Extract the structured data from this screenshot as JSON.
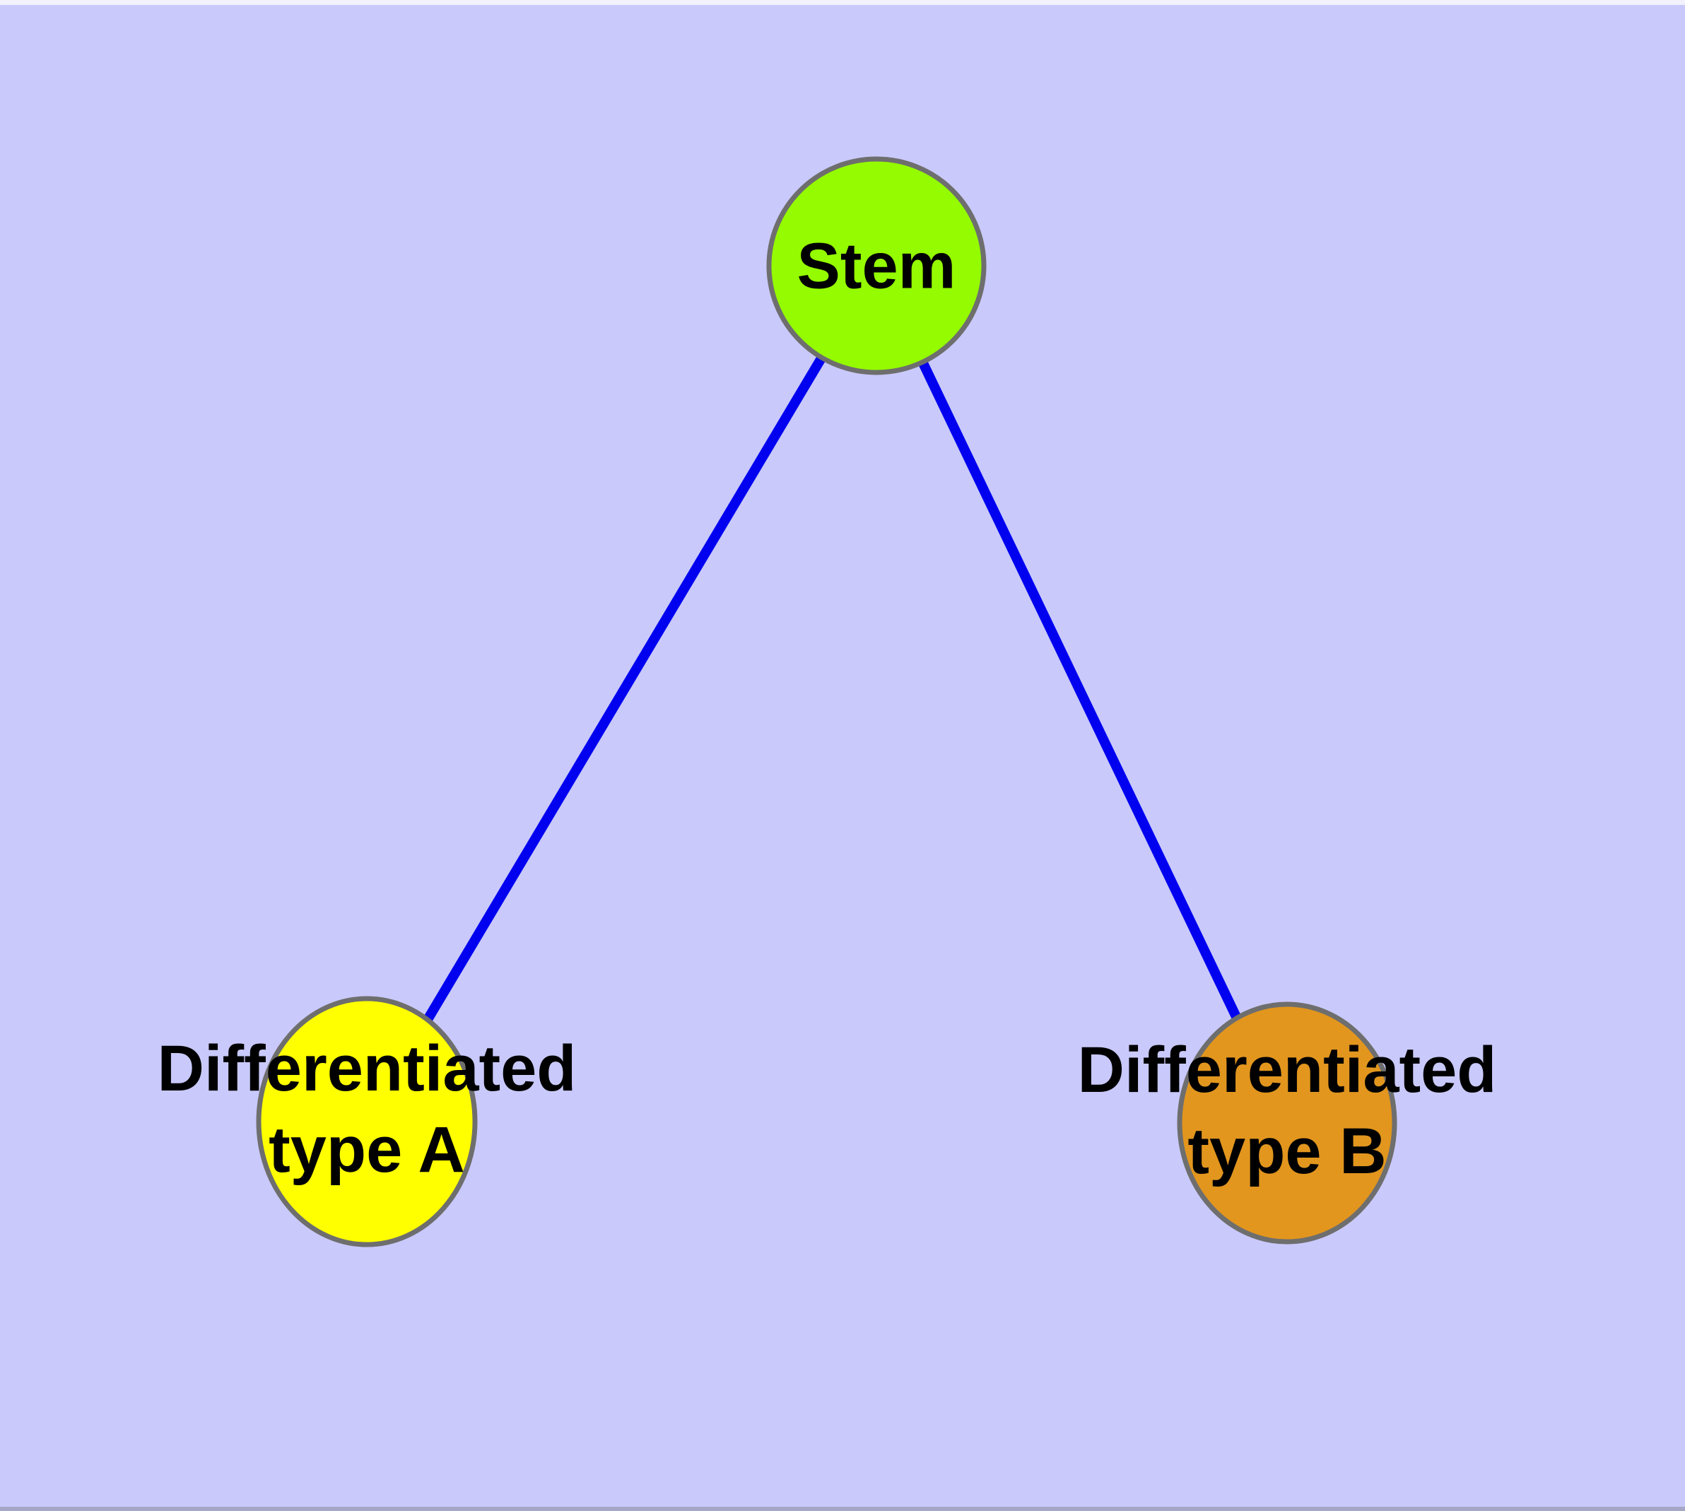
{
  "diagram": {
    "background_color": "#c9c9fb",
    "edge_color": "#0101f0",
    "node_border_color": "#6e6e6e",
    "label_color": "#000000",
    "nodes": [
      {
        "id": "stem",
        "label": "Stem",
        "fill": "#94fb00"
      },
      {
        "id": "differentiated-type-a",
        "label_lines": [
          "Differentiated",
          "type A"
        ],
        "fill": "#ffff00"
      },
      {
        "id": "differentiated-type-b",
        "label_lines": [
          "Differentiated",
          "type B"
        ],
        "fill": "#e2961e"
      }
    ],
    "edges": [
      {
        "from": "stem",
        "to": "differentiated-type-a"
      },
      {
        "from": "stem",
        "to": "differentiated-type-b"
      }
    ]
  }
}
